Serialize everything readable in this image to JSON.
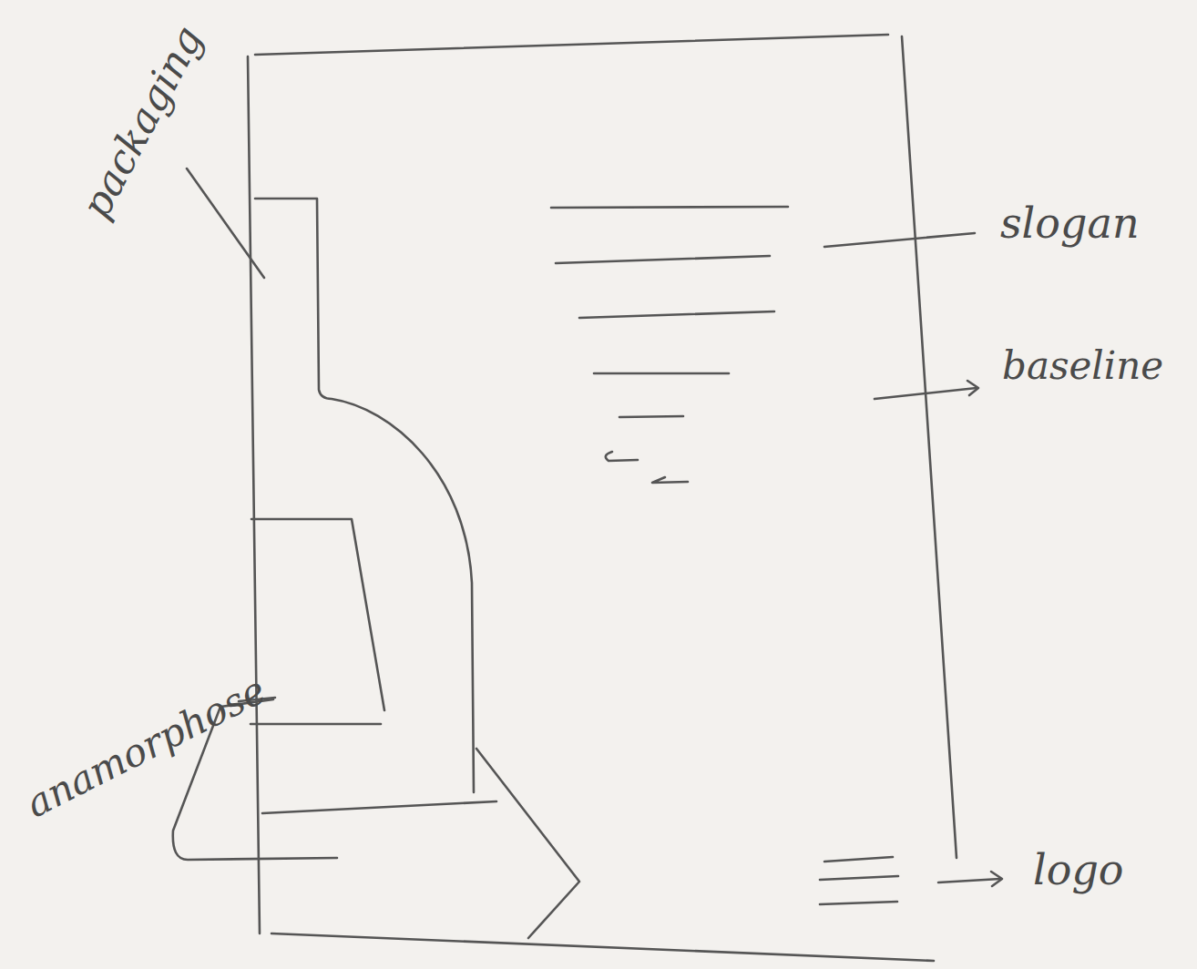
{
  "diagram": {
    "labels": [
      "packaging",
      "slogan",
      "baseline",
      "anamorphose",
      "logo"
    ]
  }
}
